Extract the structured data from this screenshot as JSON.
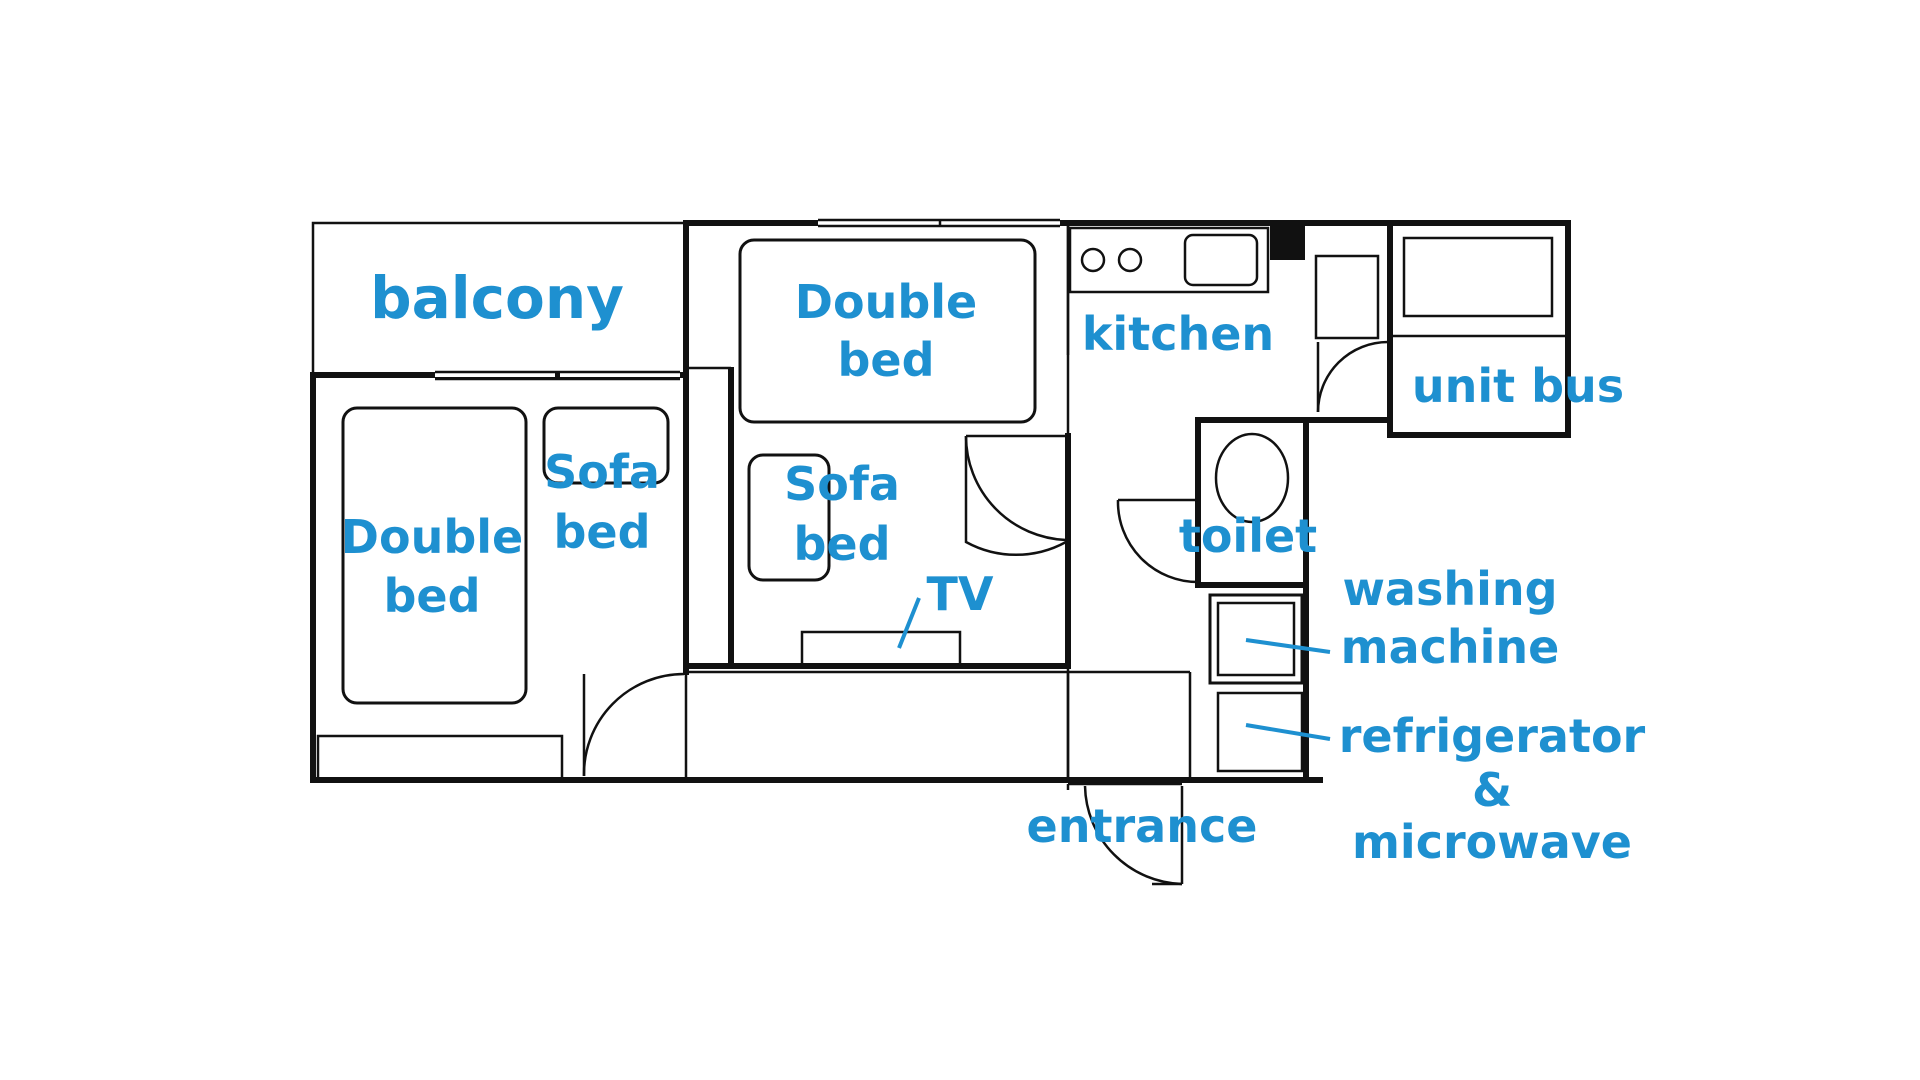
{
  "labels": {
    "balcony": "balcony",
    "double_bed": "Double bed",
    "double_bed_word1": "Double",
    "double_bed_word2": "bed",
    "sofa_bed_word1": "Sofa",
    "sofa_bed_word2": "bed",
    "tv": "TV",
    "kitchen": "kitchen",
    "unit_bus": "unit bus",
    "toilet": "toilet",
    "washing_machine_line1": "washing",
    "washing_machine_line2": "machine",
    "refrigerator_line1": "refrigerator",
    "refrigerator_line2": "&",
    "refrigerator_line3": "microwave",
    "entrance": "entrance"
  },
  "colors": {
    "label": "#1e90d0",
    "wall": "#111111",
    "background": "#ffffff"
  }
}
